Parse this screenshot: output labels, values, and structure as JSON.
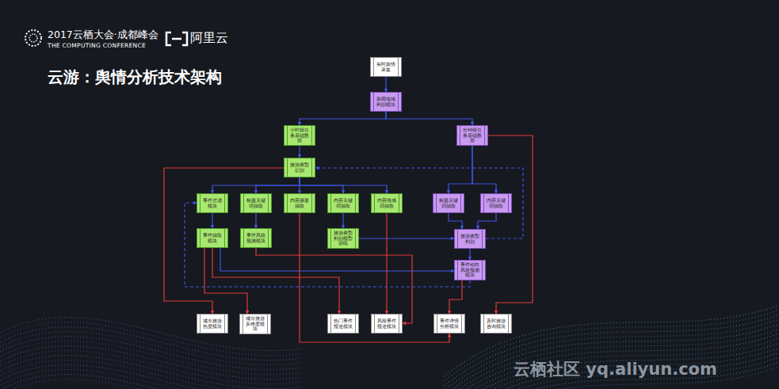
{
  "diagram": {
    "title": "云游：舆情分析技术架构",
    "nodes": [
      {
        "text": [
          "实时舆情采集"
        ]
      },
      {
        "text": [
          "新闻地域判别模块"
        ]
      },
      {
        "text": [
          "小时级任务基础数据"
        ]
      },
      {
        "text": [
          "分钟级任务基础数据"
        ]
      },
      {
        "text": [
          "旅游类型识别"
        ]
      },
      {
        "text": [
          "事件过滤模块"
        ]
      },
      {
        "text": [
          "标题关键词抽取"
        ]
      },
      {
        "text": [
          "内容摘要抽取"
        ]
      },
      {
        "text": [
          "内容关键词抽取"
        ]
      },
      {
        "text": [
          "内容情感词抽取"
        ]
      },
      {
        "text": [
          "标题关键词抽取"
        ]
      },
      {
        "text": [
          "内容关键词抽取"
        ]
      },
      {
        "text": [
          "事件抽取模块"
        ]
      },
      {
        "text": [
          "事件风险预测模块"
        ]
      },
      {
        "text": [
          "旅游类型判别模型训练"
        ]
      },
      {
        "text": [
          "旅游类型判别"
        ]
      },
      {
        "text": [
          "事件动向风险预测模块"
        ]
      },
      {
        "text": [
          "城市旅游热度模块"
        ]
      },
      {
        "text": [
          "城市旅游多维度模块"
        ]
      },
      {
        "text": [
          "热门事件报道模块"
        ]
      },
      {
        "text": [
          "风险事件报道模块"
        ]
      },
      {
        "text": [
          "事件详情分析模块"
        ]
      },
      {
        "text": [
          "及时旅游咨询模块"
        ]
      }
    ],
    "edges": [
      {
        "from": 0,
        "to": 1,
        "arrow": "to"
      },
      {
        "from": 1,
        "to": 2,
        "arrow": "to"
      },
      {
        "from": 1,
        "to": 3,
        "arrow": "to"
      },
      {
        "from": 2,
        "to": 4,
        "arrow": "to"
      },
      {
        "from": 4,
        "to": 5,
        "arrow": "to"
      },
      {
        "from": 4,
        "to": 6,
        "arrow": "to"
      },
      {
        "from": 4,
        "to": 7,
        "arrow": "to"
      },
      {
        "from": 4,
        "to": 8,
        "arrow": "to"
      },
      {
        "from": 4,
        "to": 9,
        "arrow": "to"
      },
      {
        "from": 3,
        "to": 10,
        "arrow": "to"
      },
      {
        "from": 3,
        "to": 11,
        "arrow": "to"
      },
      {
        "from": 5,
        "to": 12,
        "arrow": "to"
      },
      {
        "from": 6,
        "to": 13,
        "arrow": "to"
      },
      {
        "from": 8,
        "to": 14,
        "arrow": "to"
      },
      {
        "from": 10,
        "to": 15,
        "arrow": "to"
      },
      {
        "from": 11,
        "to": 15,
        "arrow": "to"
      },
      {
        "from": 14,
        "to": 15,
        "arrow": "to"
      },
      {
        "from": 15,
        "to": 16,
        "arrow": "to"
      },
      {
        "from": 15,
        "to": 4,
        "arrow": "to"
      },
      {
        "from": 16,
        "to": 5,
        "arrow": "to"
      },
      {
        "from": 12,
        "to": 16,
        "arrow": "to"
      },
      {
        "from": 4,
        "to": 17,
        "arrow": "to"
      },
      {
        "from": 12,
        "to": 18,
        "arrow": "to"
      },
      {
        "from": 12,
        "to": 19,
        "arrow": "to"
      },
      {
        "from": 13,
        "to": 20,
        "arrow": "to"
      },
      {
        "from": 7,
        "to": 21,
        "arrow": "to"
      },
      {
        "from": 9,
        "to": 20,
        "arrow": "to"
      },
      {
        "from": 16,
        "to": 21,
        "arrow": "to"
      },
      {
        "from": 3,
        "to": 22,
        "arrow": "to"
      }
    ],
    "labels": [
      "2017云栖大会·成都峰会",
      "THE COMPUTING CONFERENCE",
      "阿里云",
      "云栖社区 yq.aliyun.com"
    ]
  }
}
